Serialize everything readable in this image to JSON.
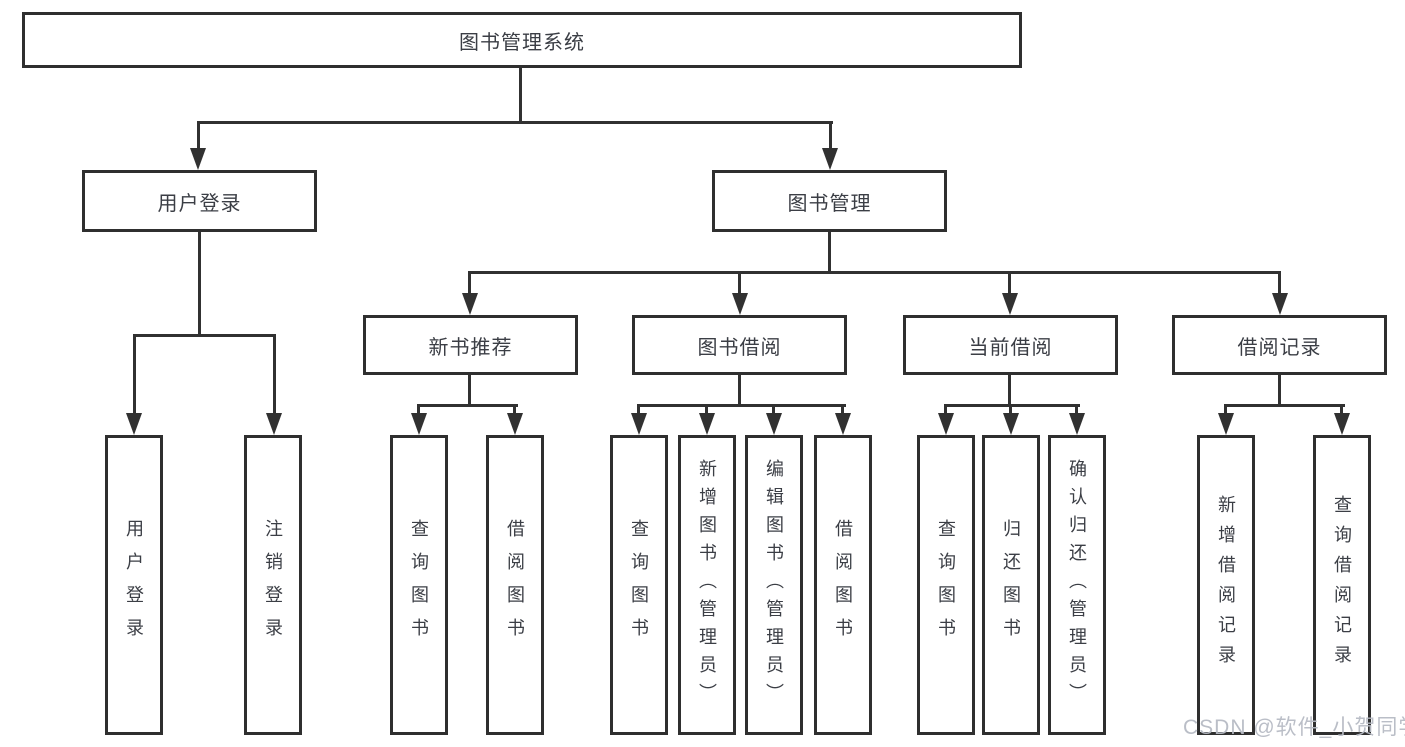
{
  "diagram": {
    "title": "图书管理系统",
    "root": {
      "label": "图书管理系统"
    },
    "branches": [
      {
        "label": "用户登录",
        "children": [
          {
            "label": "用户登录"
          },
          {
            "label": "注销登录"
          }
        ]
      },
      {
        "label": "图书管理",
        "children": [
          {
            "label": "新书推荐",
            "children": [
              {
                "label": "查询图书"
              },
              {
                "label": "借阅图书"
              }
            ]
          },
          {
            "label": "图书借阅",
            "children": [
              {
                "label": "查询图书"
              },
              {
                "label": "新增图书（管理员）"
              },
              {
                "label": "编辑图书（管理员）"
              },
              {
                "label": "借阅图书"
              }
            ]
          },
          {
            "label": "当前借阅",
            "children": [
              {
                "label": "查询图书"
              },
              {
                "label": "归还图书"
              },
              {
                "label": "确认归还（管理员）"
              }
            ]
          },
          {
            "label": "借阅记录",
            "children": [
              {
                "label": "新增借阅记录"
              },
              {
                "label": "查询借阅记录"
              }
            ]
          }
        ]
      }
    ]
  },
  "watermark": {
    "text": "CSDN @软件_小贺同学"
  },
  "colors": {
    "line": "#313131",
    "border": "#2f2f2f",
    "text": "#3b3e45",
    "background": "#ffffff",
    "watermark": "#b6bbc4"
  }
}
